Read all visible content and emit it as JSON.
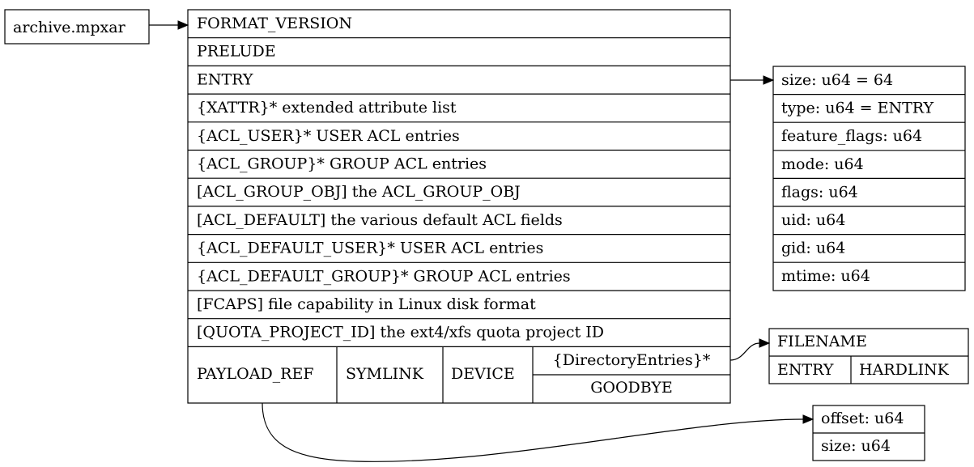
{
  "source": {
    "label": "archive.mpxar"
  },
  "main": {
    "rows": [
      "FORMAT_VERSION",
      "PRELUDE",
      "ENTRY",
      "{XATTR}* extended attribute list",
      "{ACL_USER}* USER ACL entries",
      "{ACL_GROUP}* GROUP ACL entries",
      "[ACL_GROUP_OBJ] the ACL_GROUP_OBJ",
      "[ACL_DEFAULT] the various default ACL fields",
      "{ACL_DEFAULT_USER}* USER ACL entries",
      "{ACL_DEFAULT_GROUP}* GROUP ACL entries",
      "[FCAPS] file capability in Linux disk format",
      "[QUOTA_PROJECT_ID] the ext4/xfs quota project ID"
    ],
    "bottom": {
      "payload_ref": "PAYLOAD_REF",
      "symlink": "SYMLINK",
      "device": "DEVICE",
      "directory_entries": "{DirectoryEntries}*",
      "goodbye": "GOODBYE"
    }
  },
  "entry_fields": [
    "size: u64 = 64",
    "type: u64 = ENTRY",
    "feature_flags: u64",
    "mode: u64",
    "flags: u64",
    "uid: u64",
    "gid: u64",
    "mtime: u64"
  ],
  "filename_box": {
    "title": "FILENAME",
    "entry": "ENTRY",
    "hardlink": "HARDLINK"
  },
  "payload_box": {
    "offset": "offset: u64",
    "size": "size: u64"
  }
}
